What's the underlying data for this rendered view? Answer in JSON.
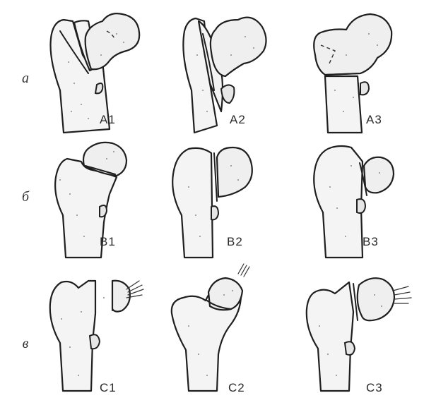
{
  "row_labels": [
    "а",
    "б",
    "в"
  ],
  "fracture_types": [
    {
      "code": "A1"
    },
    {
      "code": "A2"
    },
    {
      "code": "A3"
    },
    {
      "code": "B1"
    },
    {
      "code": "B2"
    },
    {
      "code": "B3"
    },
    {
      "code": "C1"
    },
    {
      "code": "C2"
    },
    {
      "code": "C3"
    }
  ]
}
